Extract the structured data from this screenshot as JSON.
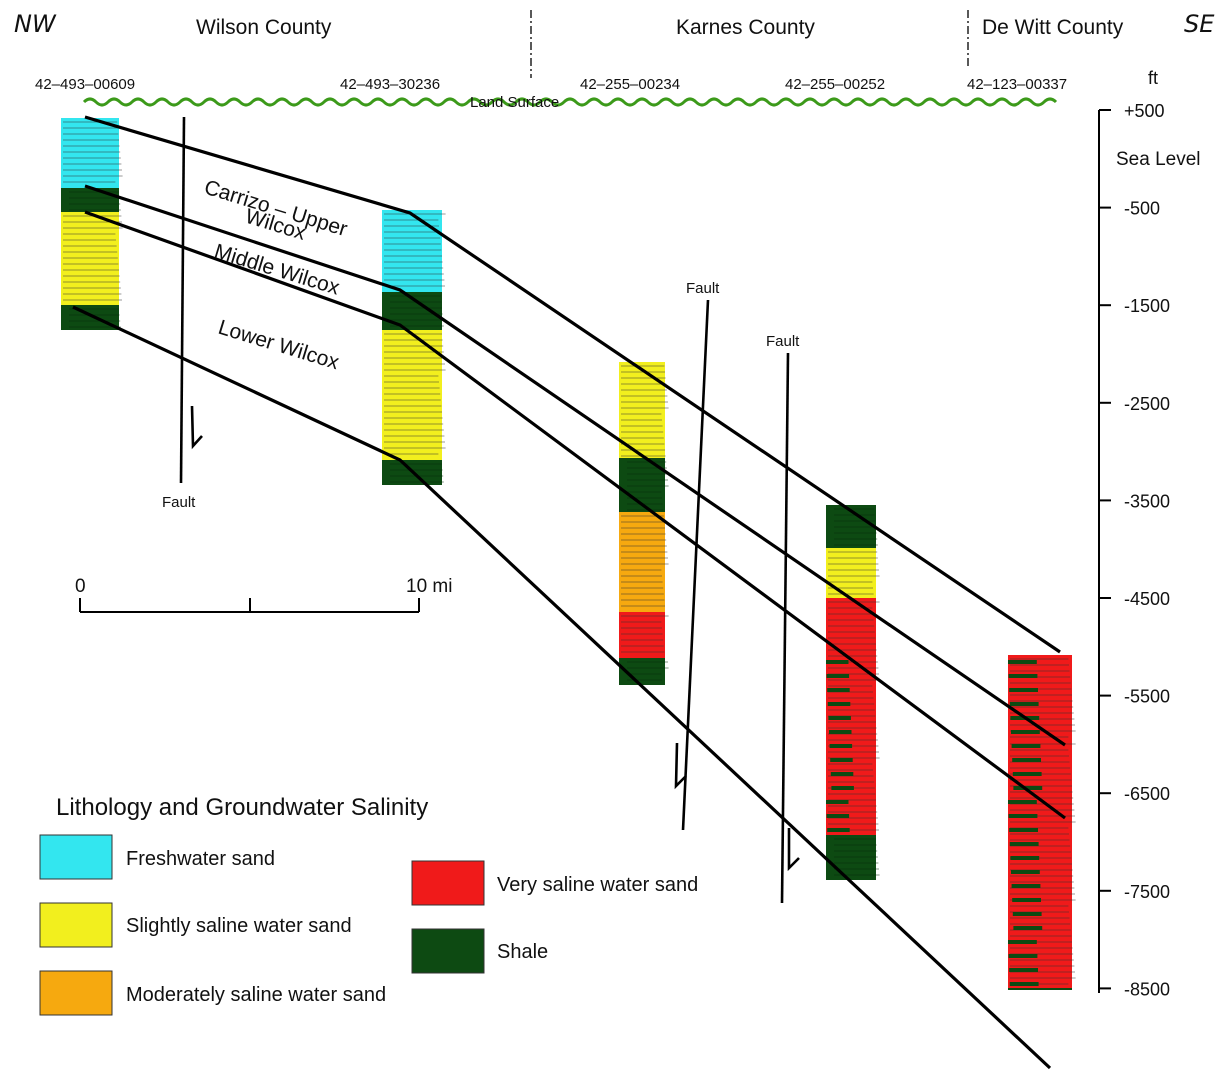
{
  "directions": {
    "left": "NW",
    "right": "SE"
  },
  "counties": [
    "Wilson County",
    "Karnes County",
    "De Witt County"
  ],
  "land_surface_label": "Land Surface",
  "wells": [
    {
      "id": "42–493–00609"
    },
    {
      "id": "42–493–30236"
    },
    {
      "id": "42–255–00234"
    },
    {
      "id": "42–255–00252"
    },
    {
      "id": "42–123–00337"
    }
  ],
  "units": [
    {
      "label_line1": "Carrizo – Upper",
      "label_line2": "Wilcox"
    },
    {
      "label_line1": "Middle Wilcox"
    },
    {
      "label_line1": "Lower Wilcox"
    }
  ],
  "fault_label": "Fault",
  "depth_axis": {
    "unit": "ft",
    "sea_level_label": "Sea Level",
    "ticks": [
      "+500",
      "-500",
      "-1500",
      "-2500",
      "-3500",
      "-4500",
      "-5500",
      "-6500",
      "-7500",
      "-8500"
    ]
  },
  "scale_bar": {
    "start_label": "0",
    "end_label": "10 mi"
  },
  "legend": {
    "title": "Lithology and Groundwater Salinity",
    "items": [
      {
        "label": "Freshwater sand",
        "color": "#33e6ef"
      },
      {
        "label": "Slightly saline water sand",
        "color": "#f2ef1e"
      },
      {
        "label": "Moderately saline water sand",
        "color": "#f6a90f"
      },
      {
        "label": "Very saline water sand",
        "color": "#f01a1a"
      },
      {
        "label": "Shale",
        "color": "#0d4a12"
      }
    ]
  },
  "colors": {
    "freshwater": "#33e6ef",
    "slightly_saline": "#f2ef1e",
    "moderately_saline": "#f6a90f",
    "very_saline": "#f01a1a",
    "shale": "#0d4a12",
    "land_surface": "#3c9a1a"
  }
}
